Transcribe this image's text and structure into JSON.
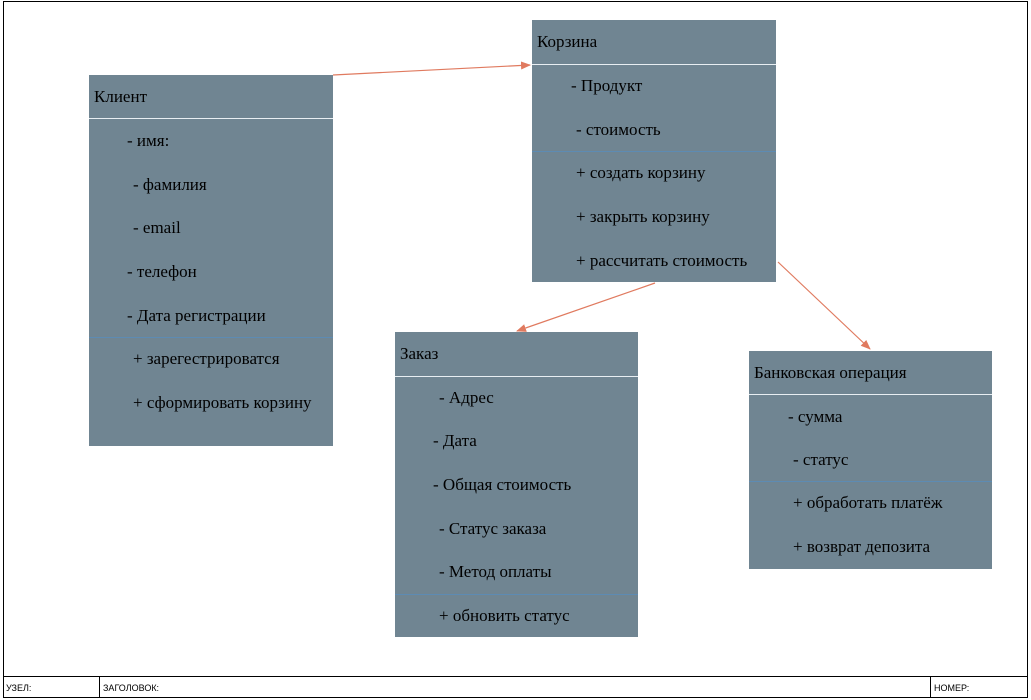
{
  "colors": {
    "box_fill": "#708592",
    "arrow": "#e07a5f",
    "text": "#000000"
  },
  "classes": {
    "client": {
      "title": "Клиент",
      "attributes": [
        "- имя:",
        "- фамилия",
        "- email",
        "- телефон",
        "- Дата регистрации"
      ],
      "methods": [
        "+ зарегестрироватся",
        "+ сформировать корзину"
      ]
    },
    "cart": {
      "title": "Корзина",
      "attributes": [
        "- Продукт",
        "- стоимость"
      ],
      "methods": [
        "+ создать корзину",
        "+ закрыть корзину",
        "+ рассчитать стоимость"
      ]
    },
    "order": {
      "title": "Заказ",
      "attributes": [
        "- Адрес",
        "- Дата",
        "- Общая стоимость",
        "- Статус заказа",
        "- Метод оплаты"
      ],
      "methods": [
        "+ обновить статус"
      ]
    },
    "bank": {
      "title": "Банковская операция",
      "attributes": [
        "- сумма",
        "- статус"
      ],
      "methods": [
        "+ обработать платёж",
        "+ возврат депозита"
      ]
    }
  },
  "title_block": {
    "node_label": "УЗЕЛ:",
    "heading_label": "ЗАГОЛОВОК:",
    "number_label": "НОМЕР:"
  }
}
